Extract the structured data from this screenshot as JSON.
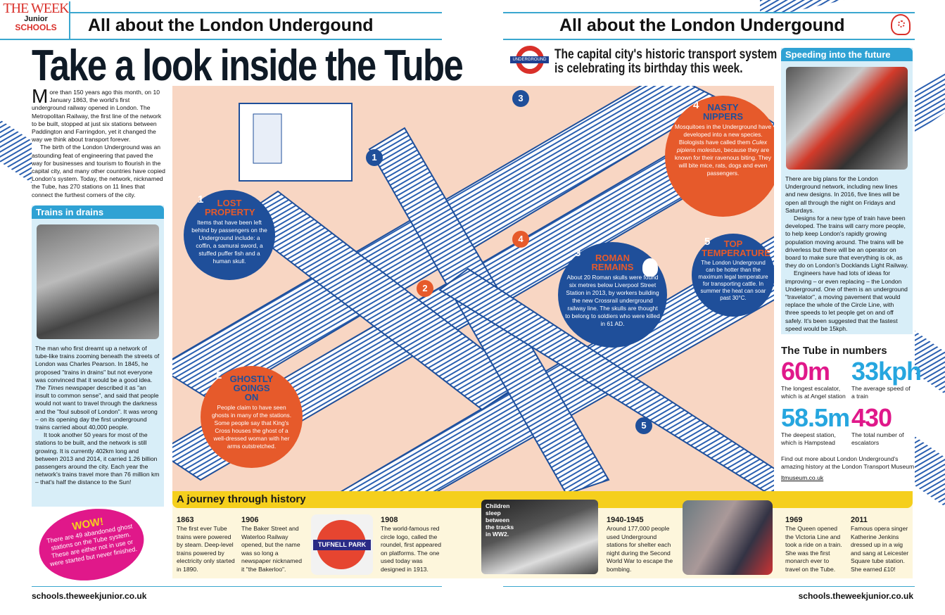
{
  "logo": {
    "line1": "THE WEEK",
    "line2": "Junior",
    "line3": "SCHOOLS"
  },
  "header": {
    "left_title": "All about the London Undergound",
    "right_title": "All about the London Undergound"
  },
  "title": "Take a look inside the Tube",
  "subtitle": {
    "roundel_label": "UNDERGROUND",
    "text_line1": "The capital city's historic transport system",
    "text_line2": "is celebrating its birthday this week."
  },
  "intro": {
    "dropcap": "M",
    "p1": "ore than 150 years ago this month, on 10 January 1863, the world's first underground railway opened in London. The Metropolitan Railway, the first line of the network to be built, stopped at just six stations between Paddington and Farringdon, yet it changed the way we think about transport forever.",
    "p2": "The birth of the London Underground was an astounding feat of engineering that paved the way for businesses and tourism to flourish in the capital city, and many other countries have copied London's system. Today, the network, nicknamed the Tube, has 270 stations on 11 lines that connect the furthest corners of the city."
  },
  "trains_in_drains": {
    "heading": "Trains in drains",
    "p1_a": "The man who first dreamt up a network of tube-like trains zooming beneath the streets of London was Charles Pearson. In 1845, he proposed \"trains in drains\" but not everyone was convinced that it would be a good idea. ",
    "p1_italic": "The Times",
    "p1_b": " newspaper described it as \"an insult to common sense\", and said that people would not want to travel through the darkness and the \"foul subsoil of London\". It was wrong – on its opening day the first underground trains carried about 40,000 people.",
    "p2": "It took another 50 years for most of the stations to be built, and the network is still growing. It is currently 402km long and between 2013 and 2014, it carried 1.26 billion passengers around the city. Each year the network's trains travel more than 76 million km – that's half the distance to the Sun!"
  },
  "wow": {
    "heading": "WOW!",
    "text": "There are 49 abandoned ghost stations on the Tube system. These are either not in use or were started but never finished."
  },
  "callouts": [
    {
      "number": "1",
      "heading": "LOST PROPERTY",
      "text": "Items that have been left behind by passengers on the Underground include: a coffin, a samurai sword, a stuffed puffer fish and a human skull."
    },
    {
      "number": "2",
      "heading": "GHOSTLY GOINGS ON",
      "text": "People claim to have seen ghosts in many of the stations. Some people say that King's Cross houses the ghost of a well-dressed woman with her arms outstretched."
    },
    {
      "number": "3",
      "heading": "ROMAN REMAINS",
      "text": "About 20 Roman skulls were found six metres below Liverpool Street Station in 2013, by workers building the new Crossrail underground railway line. The skulls are thought to belong to soldiers who were killed in 61 AD."
    },
    {
      "number": "4",
      "heading": "NASTY NIPPERS",
      "text_a": "Mosquitoes in the Underground have developed into a new species. Biologists have called them ",
      "text_italic": "Culex pipiens molestus",
      "text_b": ", because they are known for their ravenous biting. They will bite mice, rats, dogs and even passengers."
    },
    {
      "number": "5",
      "heading": "TOP TEMPERATURE",
      "text": "The London Underground can be hotter than the maximum legal temperature for transporting cattle. In summer the heat can soar past 30°C."
    }
  ],
  "illustration_markers": [
    "1",
    "2",
    "3",
    "4",
    "5"
  ],
  "future": {
    "heading": "Speeding into the future",
    "p1": "There are big plans for the London Underground network, including new lines and new designs. In 2016, five lines will be open all through the night on Fridays and Saturdays.",
    "p2": "Designs for a new type of train have been developed. The trains will carry more people, to help keep London's rapidly growing population moving around. The trains will be driverless but there will be an operator on board to make sure that everything is ok, as they do on London's Docklands Light Railway.",
    "p3": "Engineers have had lots of ideas for improving – or even replacing – the London Underground. One of them is an underground \"travelator\", a moving pavement that would replace the whole of the Circle Line, with three speeds to let people get on and off safely. It's been suggested that the fastest speed would be 15kph."
  },
  "numbers": {
    "heading": "The Tube in numbers",
    "items": [
      {
        "value": "60m",
        "caption": "The longest escalator, which is at Angel station"
      },
      {
        "value": "33kph",
        "caption": "The average speed of a train"
      },
      {
        "value": "58.5m",
        "caption": "The deepest station, which is Hampstead"
      },
      {
        "value": "430",
        "caption": "The total number of escalators"
      }
    ],
    "more": "Find out more about London Underground's amazing history at the London Transport Museum",
    "link": "ltmuseum.co.uk"
  },
  "timeline": {
    "heading": "A journey through history",
    "roundel_sign": "TUFNELL PARK",
    "photo_caption": "Children sleep between the tracks in WW2.",
    "items": [
      {
        "year": "1863",
        "text": "The first ever Tube trains were powered by steam. Deep-level trains powered by electricity only started in 1890."
      },
      {
        "year": "1906",
        "text": "The Baker Street and Waterloo Railway opened, but the name was so long a newspaper nicknamed it \"the Bakerloo\"."
      },
      {
        "year": "1908",
        "text": "The world-famous red circle logo, called the roundel, first appeared on platforms. The one used today was designed in 1913."
      },
      {
        "year": "1940-1945",
        "text": "Around 177,000 people used Underground stations for shelter each night during the Second World War to escape the bombing."
      },
      {
        "year": "1969",
        "text": "The Queen opened the Victoria Line and took a ride on a train. She was the first monarch ever to travel on the Tube."
      },
      {
        "year": "2011",
        "text": "Famous opera singer Katherine Jenkins dressed up in a wig and sang at Leicester Square tube station. She earned £10!"
      }
    ]
  },
  "footer": {
    "left": "schools.theweekjunior.co.uk",
    "right": "schools.theweekjunior.co.uk"
  },
  "colors": {
    "accent_blue": "#2fa2d4",
    "navy": "#1f4f9a",
    "orange": "#e65a2b",
    "pink": "#e0188a",
    "yellow": "#f5cf1d"
  }
}
